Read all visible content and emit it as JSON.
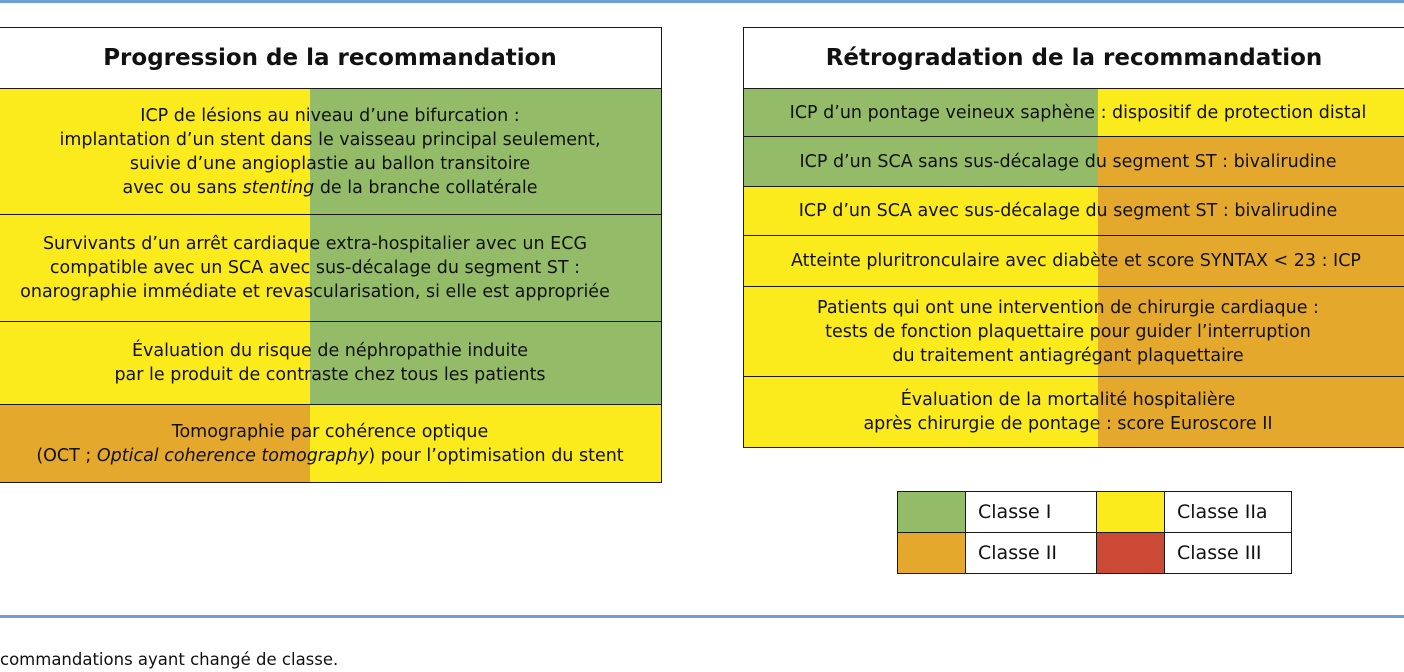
{
  "colors": {
    "green": "#94bb68",
    "yellow": "#fbea1c",
    "orange": "#e4a82c",
    "red": "#cc4a35",
    "rule": "#6f9fd8"
  },
  "left_panel": {
    "title": "Progression de la recommandation",
    "rows": [
      {
        "lines": [
          "ICP de lésions au niveau d’une bifurcation :",
          "implantation d’un stent dans le vaisseau principal seulement,",
          "suivie d’une angioplastie au ballon transitoire"
        ],
        "line4_pre": "avec ou sans ",
        "line4_italic": "stenting",
        "line4_post": " de la branche collatérale",
        "from_class": "Classe IIa",
        "to_class": "Classe I"
      },
      {
        "lines": [
          "Survivants d’un arrêt cardiaque extra-hospitalier avec un ECG",
          "compatible avec un SCA avec sus-décalage du segment ST :",
          "onarographie immédiate et revascularisation, si elle est appropriée"
        ],
        "from_class": "Classe IIa",
        "to_class": "Classe I"
      },
      {
        "lines": [
          "Évaluation du risque de néphropathie induite",
          "par le produit de contraste chez tous les patients"
        ],
        "from_class": "Classe IIa",
        "to_class": "Classe I"
      },
      {
        "line1": "Tomographie par cohérence optique",
        "line2_pre": "(OCT ; ",
        "line2_italic": "Optical coherence tomography",
        "line2_post": ") pour l’optimisation du stent",
        "from_class": "Classe II",
        "to_class": "Classe IIa"
      }
    ]
  },
  "right_panel": {
    "title": "Rétrogradation de la recommandation",
    "rows": [
      {
        "lines": [
          "ICP d’un pontage veineux saphène : dispositif de protection distal"
        ],
        "from_class": "Classe I",
        "to_class": "Classe IIa"
      },
      {
        "lines": [
          "ICP d’un SCA sans sus-décalage du segment ST : bivalirudine"
        ],
        "from_class": "Classe I",
        "to_class": "Classe II"
      },
      {
        "lines": [
          "ICP d’un SCA avec sus-décalage du segment ST : bivalirudine"
        ],
        "from_class": "Classe IIa",
        "to_class": "Classe II"
      },
      {
        "lines": [
          "Atteinte pluritronculaire avec diabète et score SYNTAX < 23 : ICP"
        ],
        "from_class": "Classe IIa",
        "to_class": "Classe II"
      },
      {
        "lines": [
          "Patients qui ont une intervention de chirurgie cardiaque :",
          "tests de fonction plaquettaire pour guider l’interruption",
          "du traitement antiagrégant plaquettaire"
        ],
        "from_class": "Classe IIa",
        "to_class": "Classe II"
      },
      {
        "lines": [
          "Évaluation de la mortalité hospitalière",
          "après chirurgie de pontage : score Euroscore II"
        ],
        "from_class": "Classe IIa",
        "to_class": "Classe II"
      }
    ]
  },
  "legend": {
    "items": [
      {
        "label": "Classe I",
        "color": "#94bb68"
      },
      {
        "label": "Classe IIa",
        "color": "#fbea1c"
      },
      {
        "label": "Classe II",
        "color": "#e4a82c"
      },
      {
        "label": "Classe III",
        "color": "#cc4a35"
      }
    ]
  },
  "caption": "commandations ayant changé de classe."
}
